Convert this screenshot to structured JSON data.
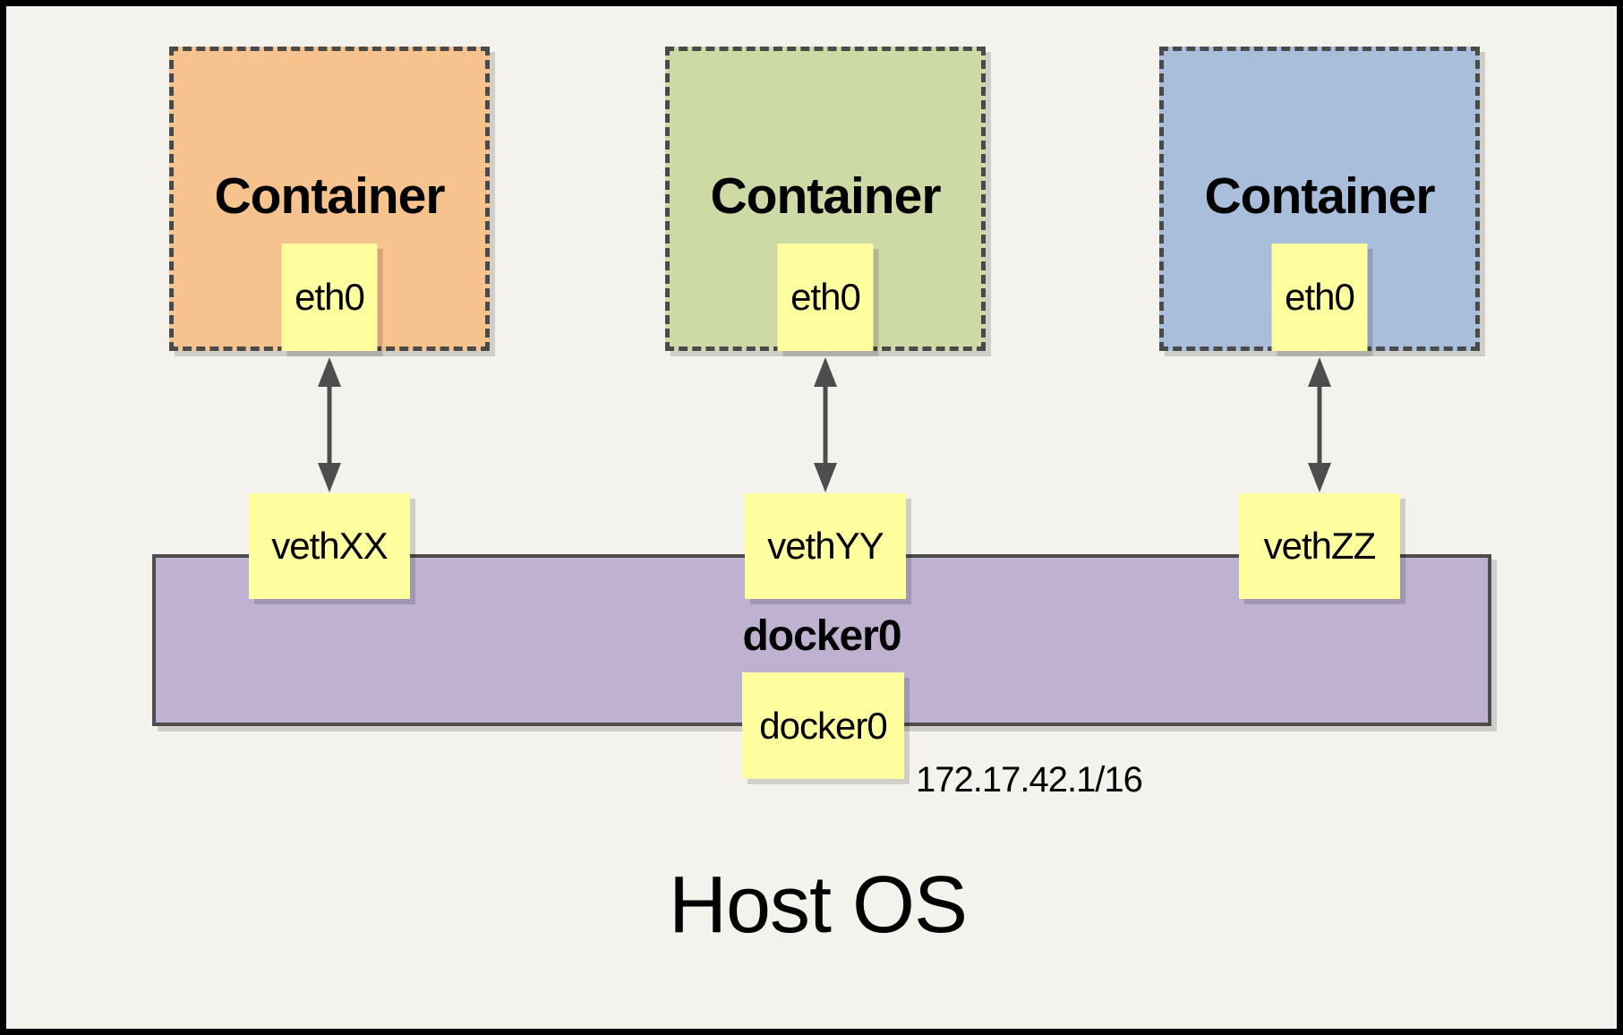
{
  "host": {
    "label": "Host OS"
  },
  "containers": [
    {
      "label": "Container",
      "interface_label": "eth0",
      "veth_label": "vethXX",
      "fill": "#F6C28E"
    },
    {
      "label": "Container",
      "interface_label": "eth0",
      "veth_label": "vethYY",
      "fill": "#CEDAA6"
    },
    {
      "label": "Container",
      "interface_label": "eth0",
      "veth_label": "vethZZ",
      "fill": "#A8BEDB"
    }
  ],
  "bridge": {
    "label": "docker0",
    "interface_label": "docker0",
    "ip": "172.17.42.1/16",
    "fill": "#BFB2D1"
  },
  "styles": {
    "background": "#F4F2EC",
    "frame_border": "#000000",
    "note_fill": "#FFFFA0",
    "dashed_border": "#4A4A4A",
    "arrow_color": "#4D4D4D",
    "shadow": "rgba(0,0,0,0.15)"
  }
}
